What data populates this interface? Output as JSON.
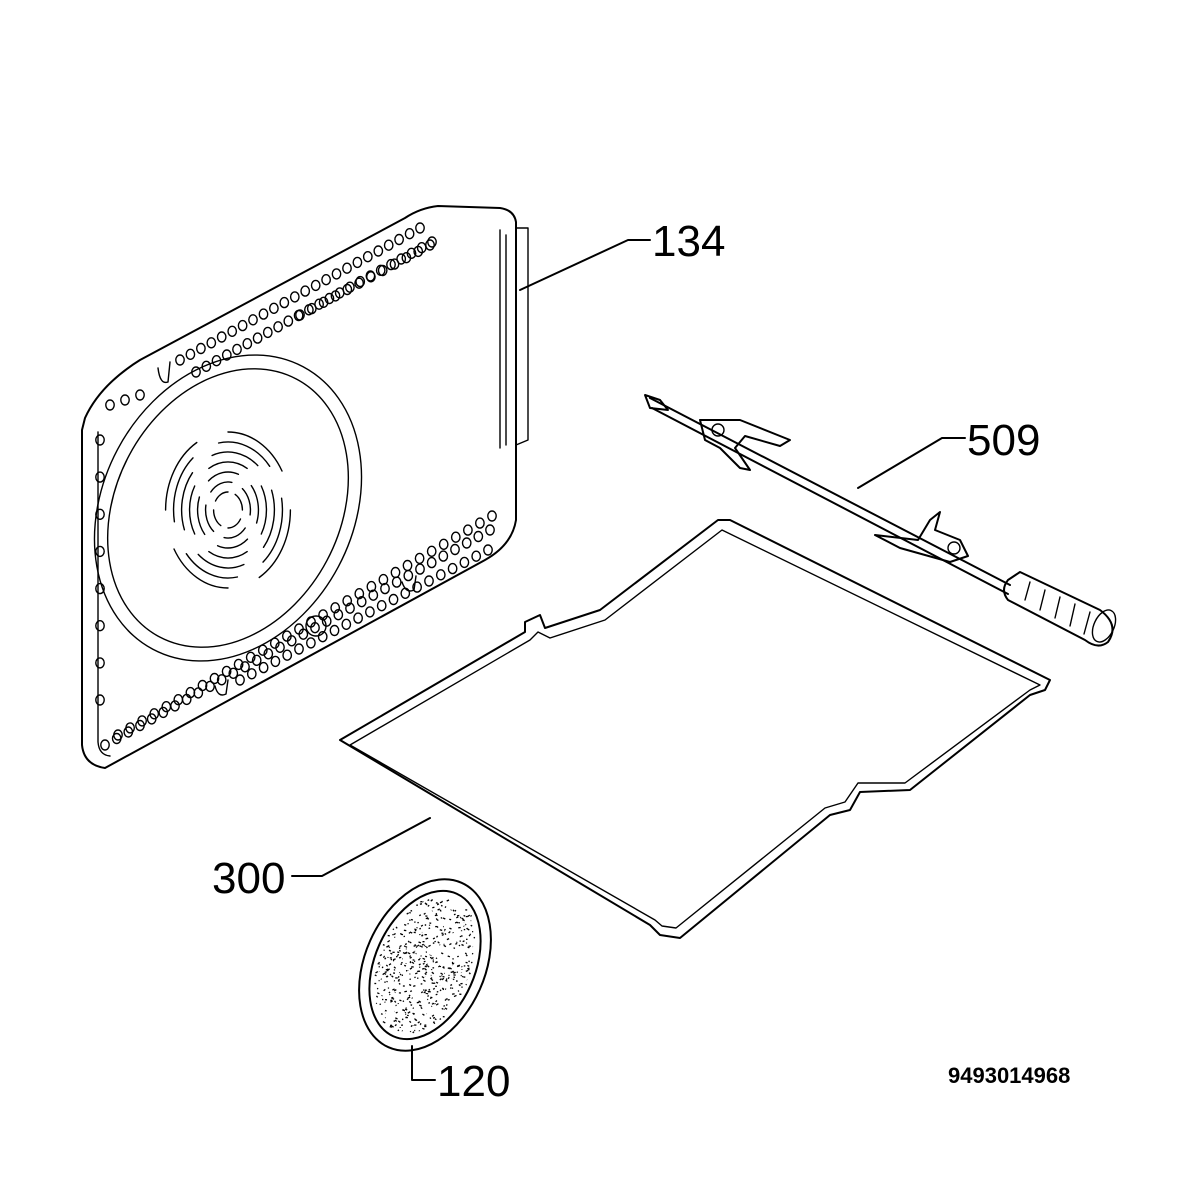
{
  "diagram": {
    "type": "exploded-parts-view",
    "callouts": [
      {
        "id": "134",
        "label": "134",
        "part": "rear-panel"
      },
      {
        "id": "509",
        "label": "509",
        "part": "rotisserie-spit"
      },
      {
        "id": "300",
        "label": "300",
        "part": "wire-gasket-frame"
      },
      {
        "id": "120",
        "label": "120",
        "part": "round-filter"
      }
    ],
    "reference_number": "9493014968"
  }
}
